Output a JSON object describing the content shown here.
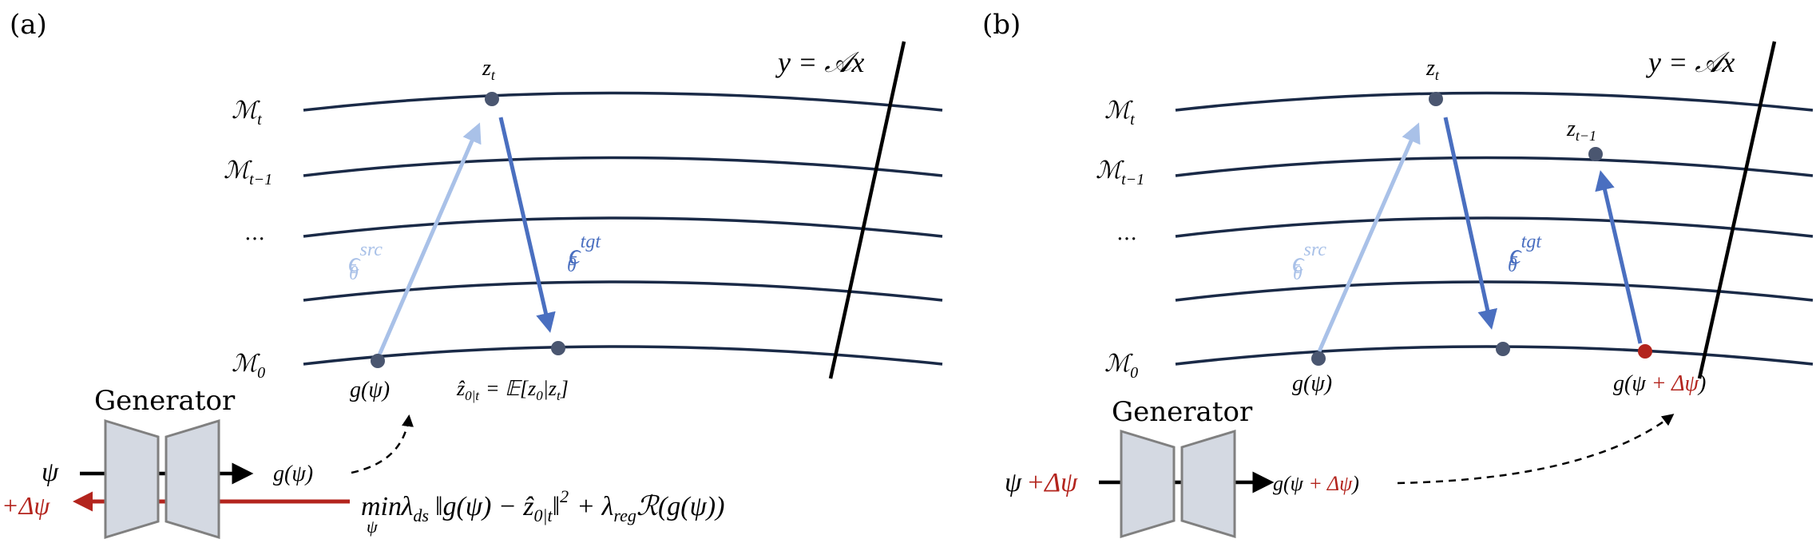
{
  "colors": {
    "manifold": "#1a2a47",
    "dot": "#4a5670",
    "src_arrow": "#a9c1e8",
    "tgt_arrow": "#4a6fc0",
    "red": "#b3241d",
    "gen_fill": "#d4d9e2",
    "gen_stroke": "#808080"
  },
  "panel_a": {
    "label": "(a)",
    "constraint": "y = 𝒜x",
    "manifolds": [
      "ℳ",
      "ℳ",
      "…",
      "ℳ"
    ],
    "manifold_subs": [
      "t",
      "t−1",
      "",
      "0"
    ],
    "zt": "z",
    "zt_sub": "t",
    "eps_src": "ϵ",
    "eps_src_sup": "src",
    "eps_tgt": "ϵ",
    "eps_tgt_sup": "tgt",
    "eps_sub": "θ",
    "g_psi": "g(ψ)",
    "zhat": "ẑ",
    "zhat_sub": "0|t",
    "expect": "= 𝔼[z",
    "expect_sub1": "0",
    "expect_mid": "|z",
    "expect_sub2": "t",
    "expect_end": "]",
    "generator": "Generator",
    "psi": "ψ",
    "delta_psi": "+Δψ",
    "g_psi_out": "g(ψ)",
    "min": "min",
    "min_sub": "ψ",
    "loss1": "λ",
    "loss1_sub": "ds",
    "loss2": "‖g(ψ) − ẑ",
    "loss2_sub": "0|t",
    "loss3": "‖",
    "loss3_sup": "2",
    "loss4": "+ λ",
    "loss4_sub": "reg",
    "loss5": "ℛ(g(ψ))"
  },
  "panel_b": {
    "label": "(b)",
    "constraint": "y = 𝒜x",
    "manifolds": [
      "ℳ",
      "ℳ",
      "…",
      "ℳ"
    ],
    "manifold_subs": [
      "t",
      "t−1",
      "",
      "0"
    ],
    "zt": "z",
    "zt_sub": "t",
    "zt1": "z",
    "zt1_sub": "t−1",
    "eps_src": "ϵ",
    "eps_src_sup": "src",
    "eps_tgt": "ϵ",
    "eps_tgt_sup": "tgt",
    "eps_sub": "θ",
    "g_psi": "g(ψ",
    "g_psi_end": ")",
    "g_delta_prefix": "g(ψ",
    "g_delta_red": " + Δψ",
    "g_delta_end": ")",
    "generator": "Generator",
    "psi": "ψ",
    "delta_psi": "+Δψ",
    "out_prefix": "g(ψ",
    "out_red": " + Δψ",
    "out_end": ")"
  }
}
